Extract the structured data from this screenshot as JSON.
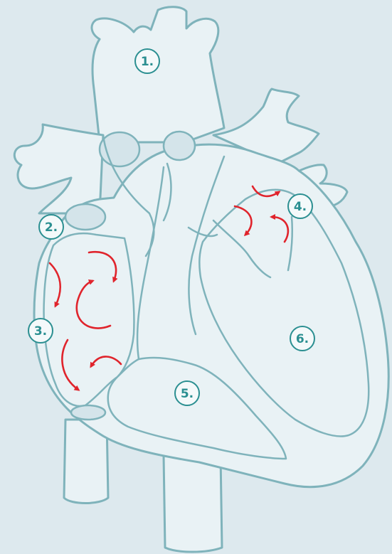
{
  "diagram": {
    "colors": {
      "background": "#dde9ee",
      "fill": "#e9f2f5",
      "wall": "#cfdfe5",
      "outline": "#7fb3bb",
      "accent": "#2b8f91",
      "arrow": "#e0242c"
    },
    "labels": [
      {
        "id": "label-1",
        "text": "1."
      },
      {
        "id": "label-2",
        "text": "2."
      },
      {
        "id": "label-3",
        "text": "3."
      },
      {
        "id": "label-4",
        "text": "4."
      },
      {
        "id": "label-5",
        "text": "5."
      },
      {
        "id": "label-6",
        "text": "6."
      }
    ]
  }
}
